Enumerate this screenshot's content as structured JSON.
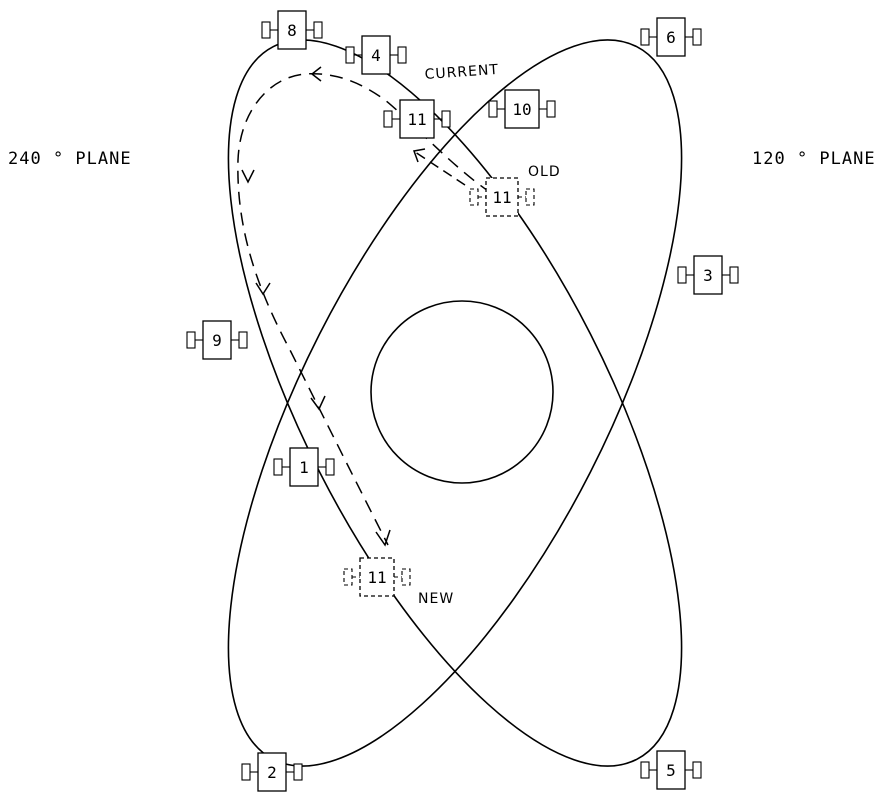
{
  "planes": {
    "left_label": "240 ° PLANE",
    "right_label": "120 ° PLANE"
  },
  "annotations": {
    "current": "CURRENT",
    "old": "OLD",
    "new": "NEW"
  },
  "satellites": [
    {
      "id": "sat-8",
      "label": "8"
    },
    {
      "id": "sat-4",
      "label": "4"
    },
    {
      "id": "sat-6",
      "label": "6"
    },
    {
      "id": "sat-11-current",
      "label": "11"
    },
    {
      "id": "sat-10",
      "label": "10"
    },
    {
      "id": "sat-11-old",
      "label": "11"
    },
    {
      "id": "sat-3",
      "label": "3"
    },
    {
      "id": "sat-9",
      "label": "9"
    },
    {
      "id": "sat-1",
      "label": "1"
    },
    {
      "id": "sat-11-new",
      "label": "11"
    },
    {
      "id": "sat-2",
      "label": "2"
    },
    {
      "id": "sat-5",
      "label": "5"
    }
  ]
}
